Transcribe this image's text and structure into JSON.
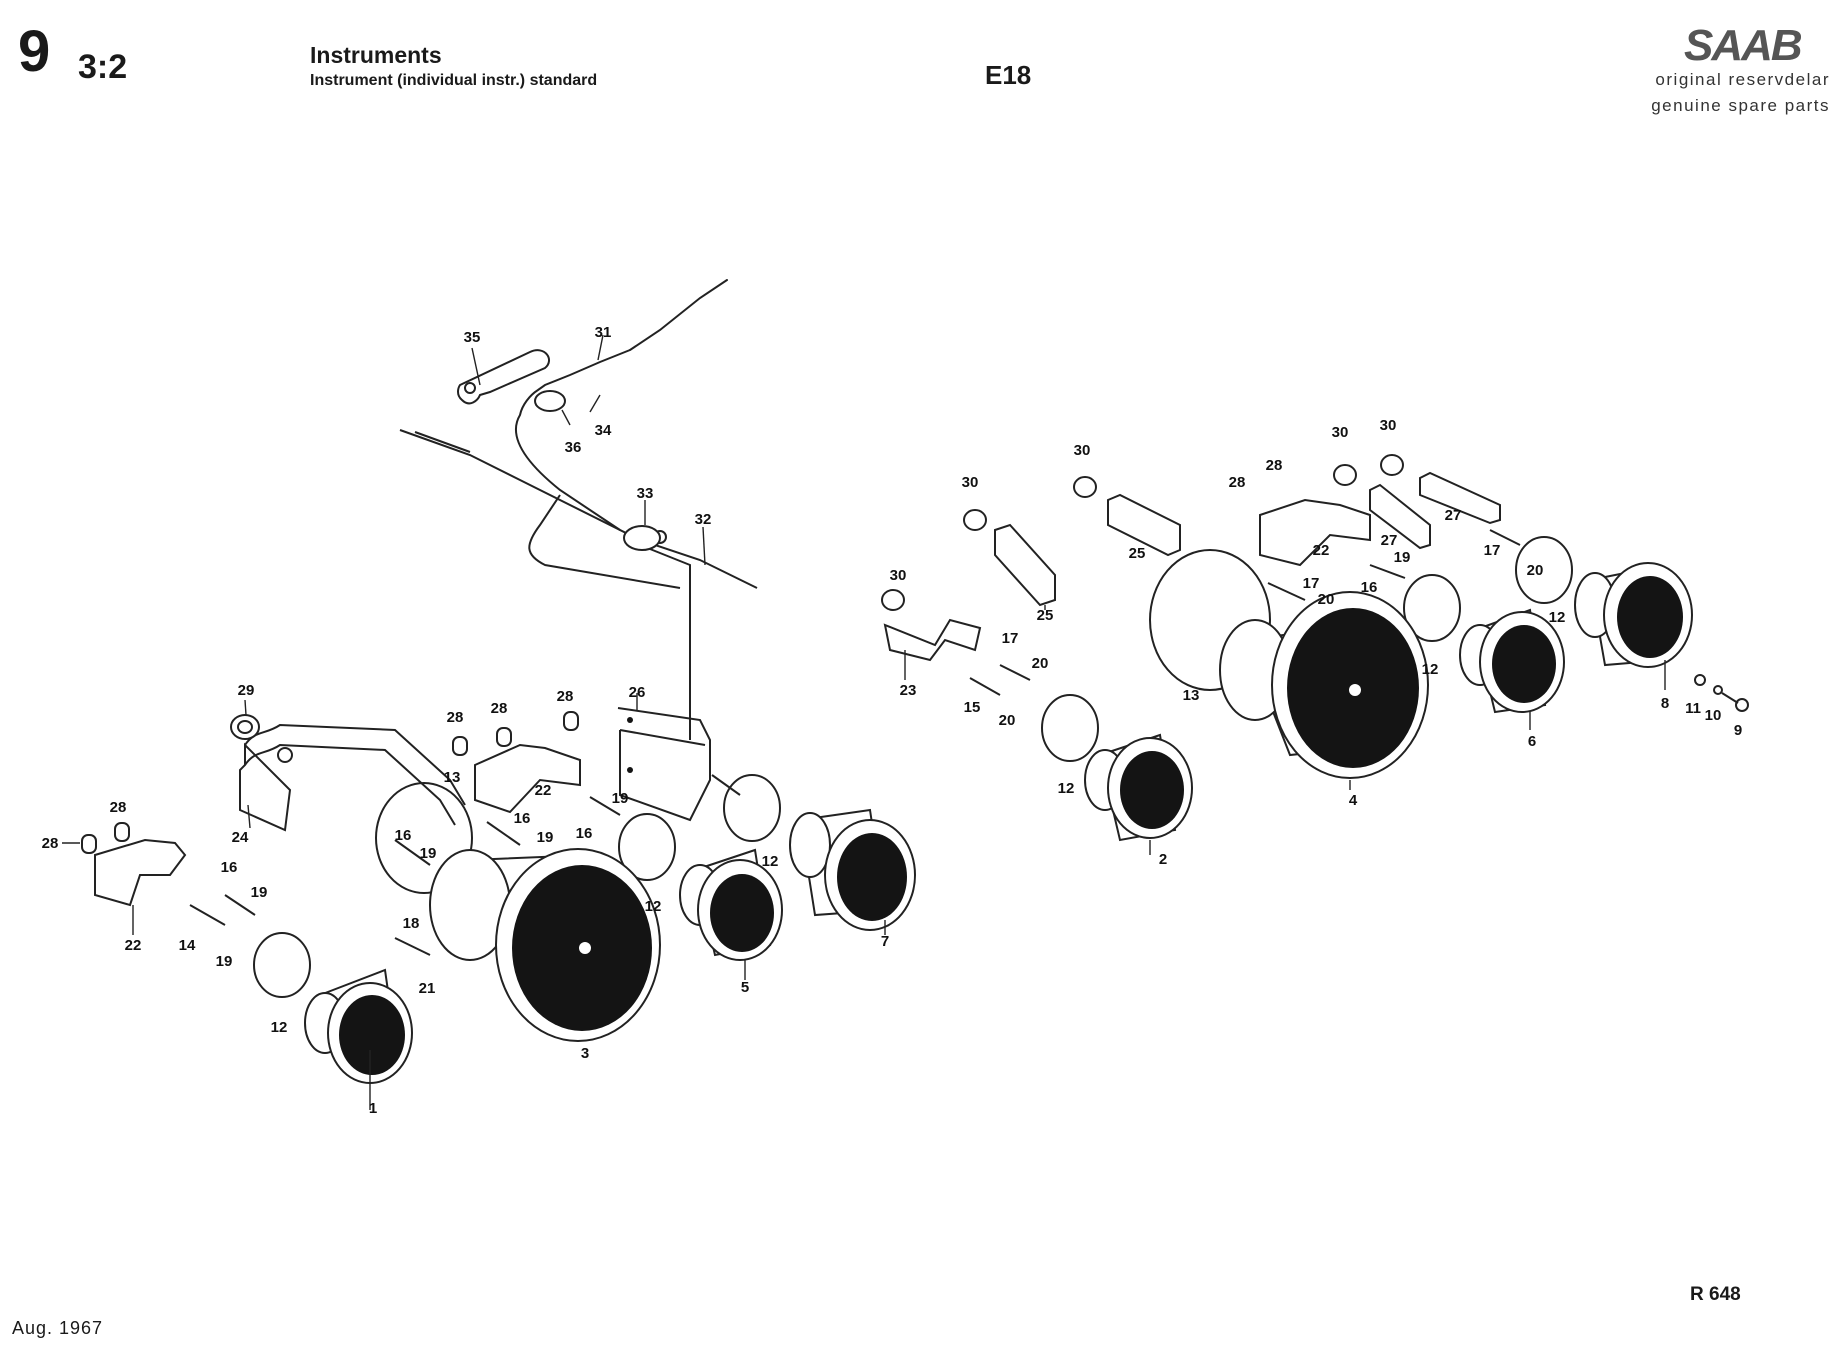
{
  "header": {
    "page_number": "9",
    "section": "3:2",
    "title": "Instruments",
    "subtitle": "Instrument (individual instr.) standard",
    "code": "E18"
  },
  "brand": {
    "logo_text": "SAAB",
    "line1": "original reservdelar",
    "line2": "genuine spare parts"
  },
  "footer": {
    "date": "Aug. 1967",
    "reference": "R 648"
  },
  "callouts": {
    "c35": "35",
    "c31": "31",
    "c36": "36",
    "c34": "34",
    "c33": "33",
    "c32": "32",
    "c29": "29",
    "c26": "26",
    "c24": "24",
    "c28a": "28",
    "c28b": "28",
    "c28c": "28",
    "c28d": "28",
    "c28e": "28",
    "c22a": "22",
    "c22b": "22",
    "c13a": "13",
    "c16a": "16",
    "c16b": "16",
    "c16c": "16",
    "c16d": "16",
    "c19a": "19",
    "c19b": "19",
    "c19c": "19",
    "c19d": "19",
    "c19e": "19",
    "c14": "14",
    "c18": "18",
    "c21": "21",
    "c12a": "12",
    "c12b": "12",
    "c12c": "12",
    "c1": "1",
    "c3": "3",
    "c5": "5",
    "c7": "7",
    "c30a": "30",
    "c30b": "30",
    "c30c": "30",
    "c23": "23",
    "c25": "25",
    "c17a": "17",
    "c20a": "20",
    "c15": "15",
    "c20b": "20",
    "c12d": "12",
    "c2": "2",
    "c13b": "13",
    "c4": "4",
    "c17b": "17",
    "c20c": "20",
    "c25b": "25",
    "c28f": "28",
    "c28g": "28",
    "c22c": "22",
    "c30d": "30",
    "c30e": "30",
    "c27a": "27",
    "c27b": "27",
    "c16e": "16",
    "c19f": "19",
    "c12e": "12",
    "c17c": "17",
    "c20d": "20",
    "c12f": "12",
    "c6": "6",
    "c8": "8",
    "c11": "11",
    "c10": "10",
    "c9": "9"
  }
}
